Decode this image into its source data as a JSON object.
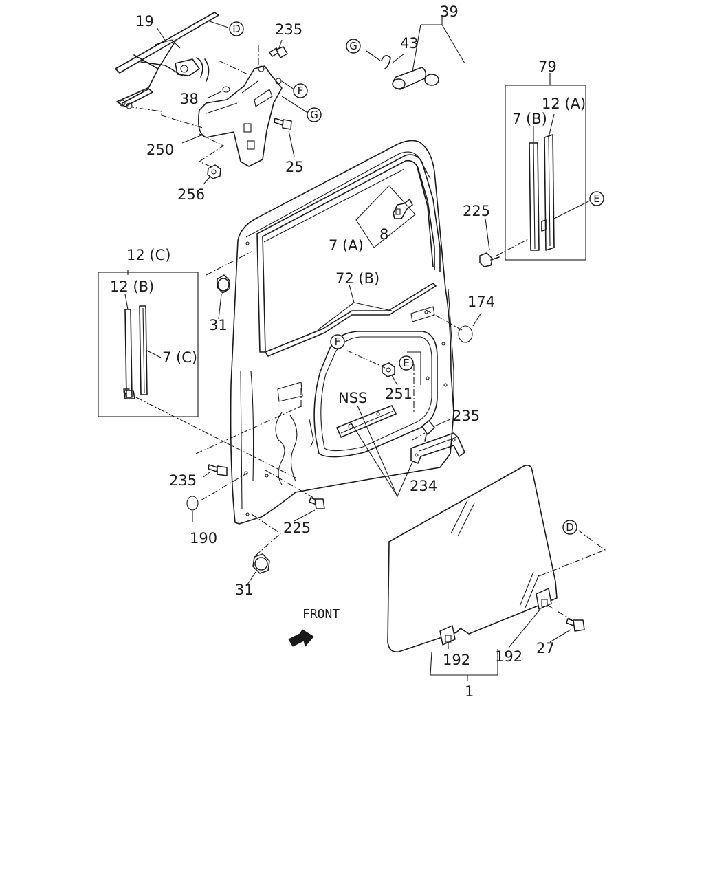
{
  "part_labels": {
    "p19": "19",
    "p235_top": "235",
    "p39": "39",
    "p43": "43",
    "p38": "38",
    "p250": "250",
    "p25": "25",
    "p256": "256",
    "p79": "79",
    "p12a": "12 (A)",
    "p7b": "7 (B)",
    "p225_right": "225",
    "p7a": "7 (A)",
    "p8": "8",
    "p12c": "12 (C)",
    "p12b": "12 (B)",
    "p7c": "7 (C)",
    "p72b": "72 (B)",
    "p174": "174",
    "p31_upper": "31",
    "p251": "251",
    "p235_mid": "235",
    "pNSS": "NSS",
    "p234": "234",
    "p235_left": "235",
    "p190": "190",
    "p225_bottom": "225",
    "p31_lower": "31",
    "p192_left": "192",
    "p192_right": "192",
    "p27": "27",
    "p1": "1"
  },
  "reference_markers": {
    "D_top": "D",
    "F_top": "F",
    "G_top": "G",
    "G_left": "G",
    "E_right": "E",
    "F_mid": "F",
    "E_mid": "E",
    "D_glass": "D"
  },
  "front_indicator": {
    "label": "FRONT",
    "icon": "direction-arrow-icon"
  }
}
